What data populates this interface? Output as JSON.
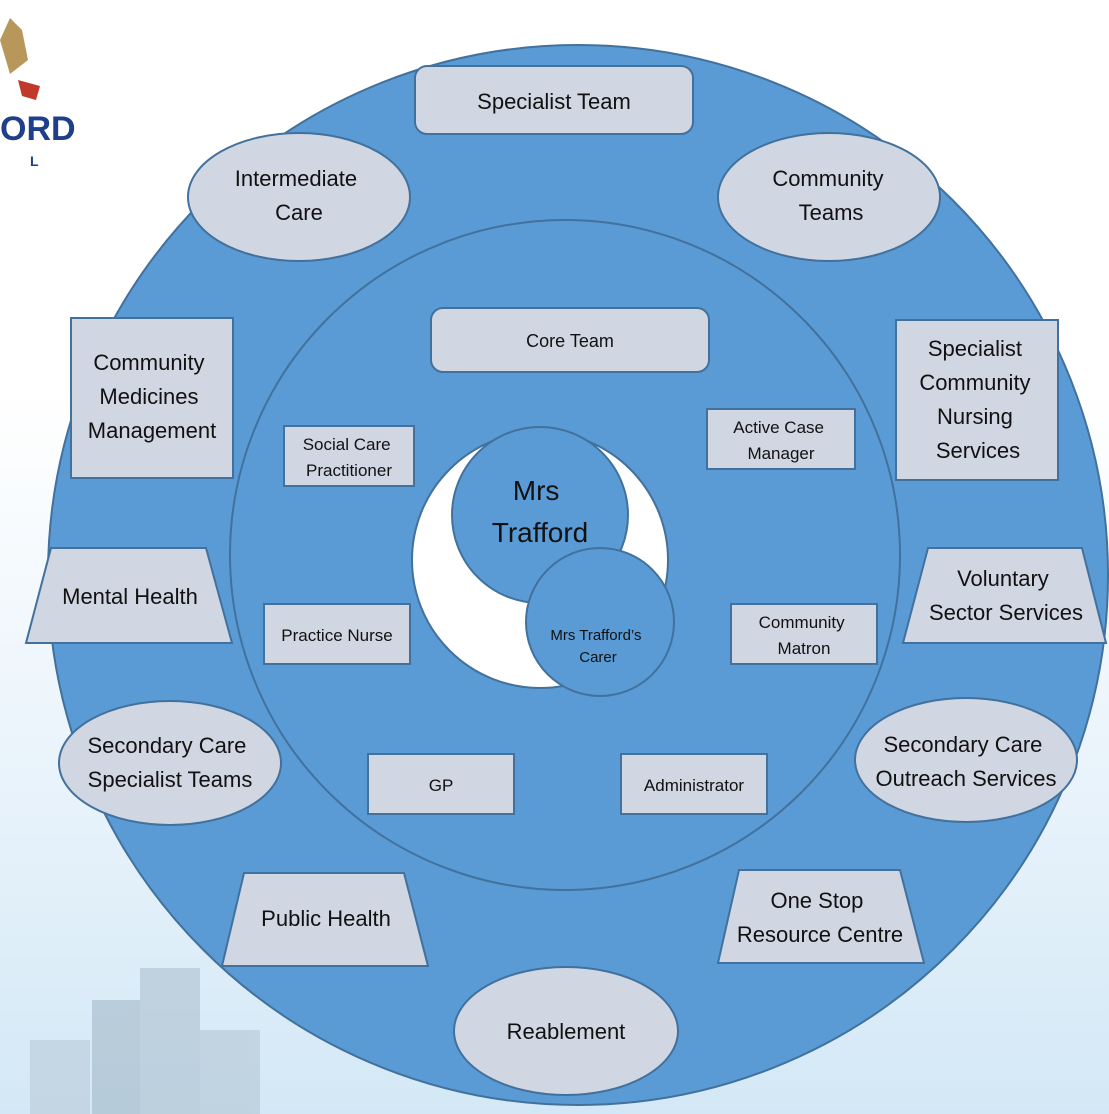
{
  "colors": {
    "outer_ring": "#5b9bd5",
    "ring_stroke": "#41719c",
    "box_fill": "#d0d6e2",
    "center_fill": "#ffffff"
  },
  "logo": {
    "text": "ORD",
    "subtext": "L"
  },
  "outer_services": {
    "specialist_team": "Specialist Team",
    "intermediate_care": [
      "Intermediate",
      "Care"
    ],
    "community_teams": [
      "Community",
      "Teams"
    ],
    "community_medicines": [
      "Community",
      "Medicines",
      "Management"
    ],
    "specialist_community_nursing": [
      "Specialist",
      "Community",
      "Nursing",
      "Services"
    ],
    "mental_health": "Mental Health",
    "voluntary_sector": [
      "Voluntary",
      "Sector Services"
    ],
    "secondary_care_specialist": [
      "Secondary Care",
      "Specialist Teams"
    ],
    "secondary_care_outreach": [
      "Secondary Care",
      "Outreach Services"
    ],
    "public_health": "Public Health",
    "one_stop": [
      "One Stop",
      "Resource Centre"
    ],
    "reablement": "Reablement"
  },
  "core_team": {
    "title": "Core Team",
    "social_care": [
      "Social Care",
      "Practitioner"
    ],
    "active_case": [
      "Active Case",
      "Manager"
    ],
    "practice_nurse": "Practice Nurse",
    "community_matron": [
      "Community",
      "Matron"
    ],
    "gp": "GP",
    "administrator": "Administrator"
  },
  "center": {
    "patient": [
      "Mrs",
      "Trafford"
    ],
    "carer": [
      "Mrs Trafford’s",
      "Carer"
    ]
  }
}
